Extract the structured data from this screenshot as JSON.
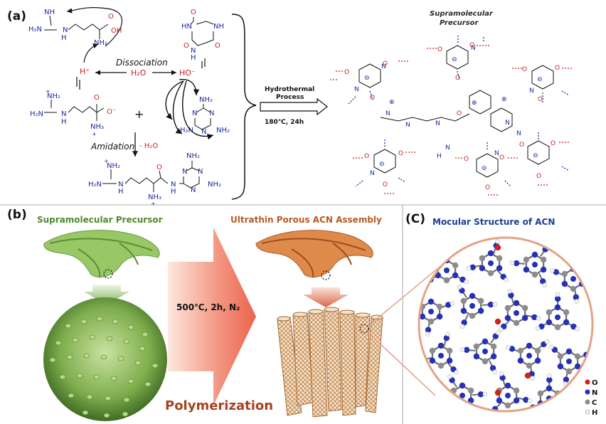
{
  "panel_a": {
    "label": "(a)",
    "dissociation": "Dissociation",
    "amidation": "Amidation",
    "minus_h2o": "- H₂O",
    "h_plus": "H⁺",
    "h2o": "H₂O",
    "ho_minus": "HO⁻",
    "plus": "+",
    "process_title_1": "Hydrothermal",
    "process_title_2": "Process",
    "process_cond": "180℃, 24h",
    "precursor_title_1": "Supramolecular",
    "precursor_title_2": "Precursor"
  },
  "panel_b": {
    "label": "(b)",
    "left_title": "Supramolecular Precursor",
    "right_title": "Ultrathin Porous ACN Assembly",
    "conditions": "500℃, 2h, N₂",
    "step": "Polymerization"
  },
  "panel_c": {
    "label": "(C)",
    "title": "Mocular Structure of ACN",
    "legend": [
      {
        "element": "O",
        "color": "#d21f1f"
      },
      {
        "element": "N",
        "color": "#2431b8"
      },
      {
        "element": "C",
        "color": "#8c8c8c"
      },
      {
        "element": "H",
        "color": "#f2f2f2"
      }
    ]
  },
  "colors": {
    "nitrogen_blue": "#1b2aa0",
    "oxygen_red": "#c8201c",
    "precursor_green": "#4d8a2c",
    "acn_orange": "#b85a22",
    "polymerization": "#a3431e",
    "acn_title": "#1b3f94"
  }
}
